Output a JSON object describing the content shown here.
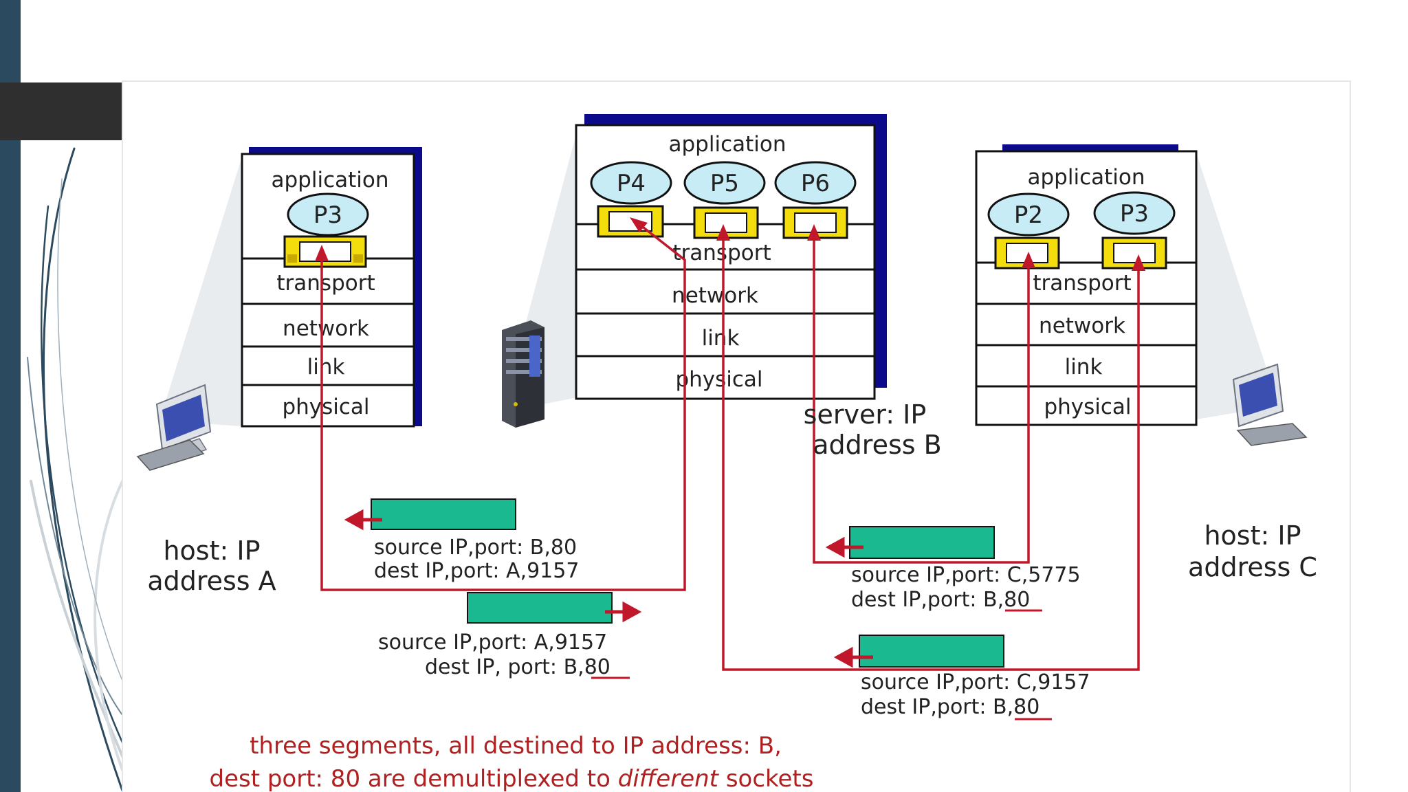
{
  "colors": {
    "left_bar": "#2c4a5f",
    "dark_bar": "#2f2f2f",
    "arrow": "#c0182a",
    "segment": "#1bb98f",
    "socket_fill": "#f3dd0c",
    "process_fill": "#c7ecf5",
    "stack_shadow": "#0a0a8a"
  },
  "layers": {
    "application": "application",
    "transport": "transport",
    "network": "network",
    "link": "link",
    "physical": "physical"
  },
  "processes": {
    "host_a": [
      "P3"
    ],
    "server": [
      "P4",
      "P5",
      "P6"
    ],
    "host_c": [
      "P2",
      "P3"
    ]
  },
  "labels": {
    "host_a": [
      "host: IP",
      "address A"
    ],
    "server": [
      "server: IP",
      "address B"
    ],
    "host_c": [
      "host: IP",
      "address C"
    ]
  },
  "segments": {
    "s1": [
      "source IP,port: B,80",
      "dest IP,port: A,9157"
    ],
    "s2": [
      "source IP,port: A,9157",
      "dest IP, port: B,80"
    ],
    "s3": [
      "source IP,port: C,5775",
      "dest IP,port: B,80"
    ],
    "s4": [
      "source IP,port: C,9157",
      "dest IP,port: B,80"
    ]
  },
  "caption": {
    "line1": "three segments, all destined to IP address: B,",
    "line2_a": "dest port: 80 are demultiplexed to ",
    "line2_em": "different",
    "line2_b": " sockets"
  },
  "icons": [
    "desktop-computer-icon",
    "server-tower-icon"
  ]
}
